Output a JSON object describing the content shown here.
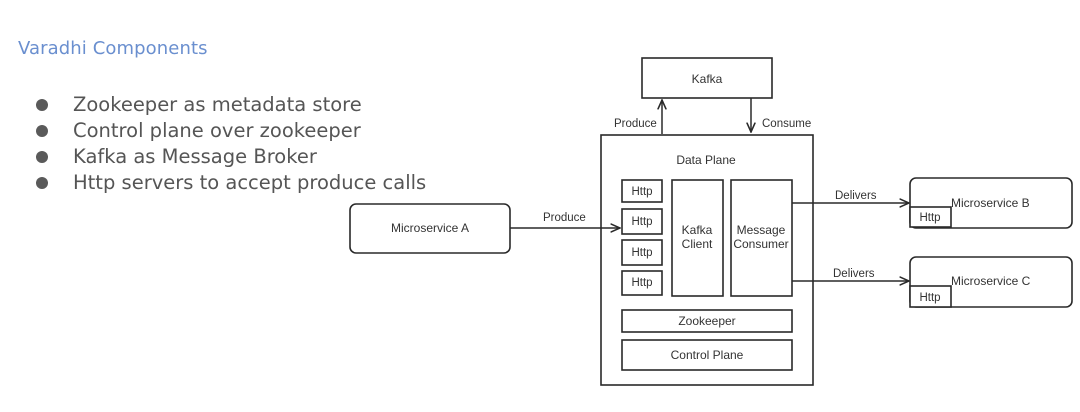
{
  "slide": {
    "title": "Varadhi Components",
    "bullets": [
      "Zookeeper as metadata store",
      "Control plane over zookeeper",
      "Kafka as Message Broker",
      "Http servers to accept produce calls"
    ],
    "colors": {
      "title": "#6a8fcf",
      "body_text": "#555555",
      "diagram_stroke": "#2a2a2a"
    }
  },
  "diagram": {
    "kafka": "Kafka",
    "data_plane": "Data Plane",
    "http_servers": [
      "Http",
      "Http",
      "Http",
      "Http"
    ],
    "kafka_client": [
      "Kafka",
      "Client"
    ],
    "message_consumer": [
      "Message",
      "Consumer"
    ],
    "zookeeper": "Zookeeper",
    "control_plane": "Control Plane",
    "microservice_a": "Microservice A",
    "microservice_b": "Microservice B",
    "microservice_c": "Microservice C",
    "microservice_b_http": "Http",
    "microservice_c_http": "Http",
    "edges": {
      "a_to_data_plane": "Produce",
      "data_plane_to_kafka": "Produce",
      "kafka_to_data_plane": "Consume",
      "to_b": "Delivers",
      "to_c": "Delivers"
    }
  }
}
